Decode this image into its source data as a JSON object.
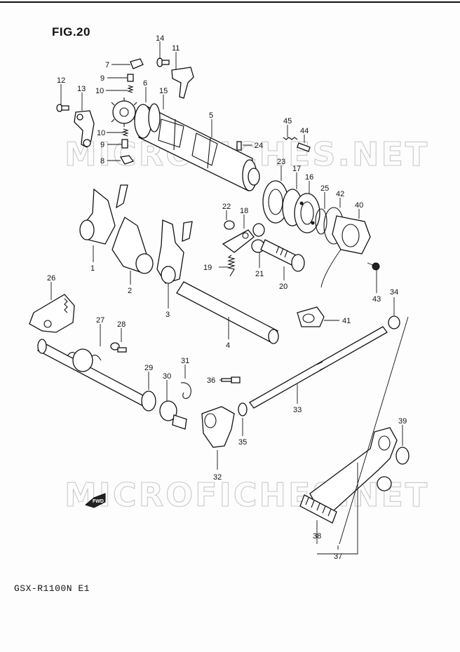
{
  "figure": {
    "title": "FIG.20"
  },
  "model": {
    "code": "GSX-R1100N E1"
  },
  "watermark": {
    "text": "MICROFICHES.NET"
  },
  "fwd_label": "FWD",
  "callouts": [
    "1",
    "2",
    "3",
    "4",
    "5",
    "6",
    "7",
    "8",
    "9",
    "9",
    "10",
    "10",
    "11",
    "12",
    "13",
    "14",
    "15",
    "16",
    "17",
    "18",
    "19",
    "20",
    "21",
    "22",
    "23",
    "24",
    "25",
    "26",
    "27",
    "28",
    "29",
    "30",
    "31",
    "32",
    "33",
    "34",
    "35",
    "36",
    "37",
    "38",
    "39",
    "40",
    "41",
    "42",
    "43",
    "44",
    "45"
  ]
}
